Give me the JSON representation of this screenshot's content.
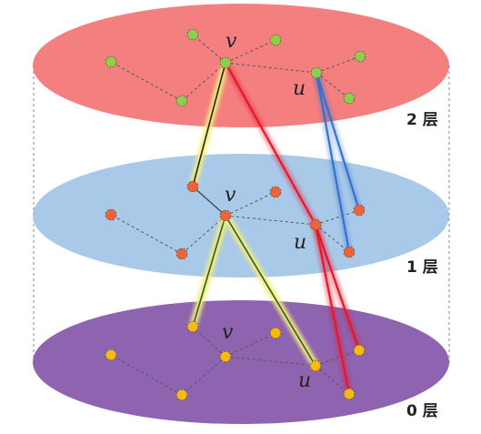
{
  "layers": [
    {
      "id": "layer-2",
      "label": "2 层",
      "color": "#f47f7f",
      "node_color": "#8fce4d"
    },
    {
      "id": "layer-1",
      "label": "1 层",
      "color": "#a9c9e9",
      "node_color": "#f0623c"
    },
    {
      "id": "layer-0",
      "label": "0 层",
      "color": "#8e63b0",
      "node_color": "#f5bb0f"
    }
  ],
  "node_labels": {
    "v": "v",
    "u": "u"
  },
  "edge_colors": {
    "dashed": "#555555",
    "yellow_path": "#f3ee7a",
    "red_path": "#e8162a",
    "blue_path": "#2e6fd0"
  }
}
